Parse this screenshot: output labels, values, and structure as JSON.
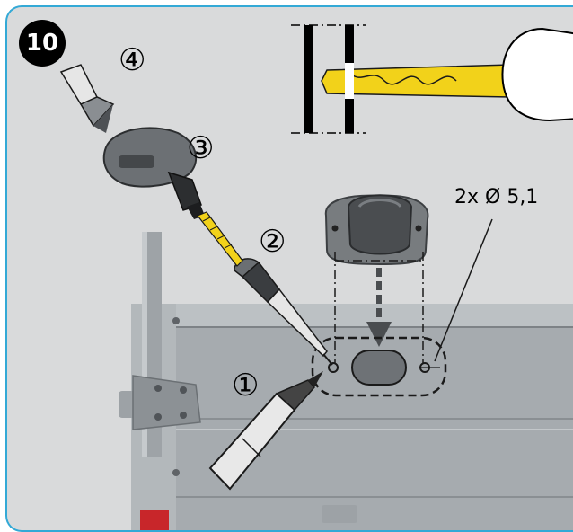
{
  "step_badge": "10",
  "labels": {
    "step1": "①",
    "step2": "②",
    "step3": "③",
    "step4": "④",
    "dimension": "2x Ø 5,1"
  },
  "colors": {
    "frame_border": "#33a9d6",
    "background": "#d9dadb",
    "drill_bit": "#f2d21a",
    "panel": "#a6abaf"
  },
  "icons": [
    "countersink-bit-icon",
    "power-drill-icon",
    "drill-bit-icon",
    "center-punch-icon",
    "hammer-icon",
    "rubber-grommet-icon"
  ]
}
